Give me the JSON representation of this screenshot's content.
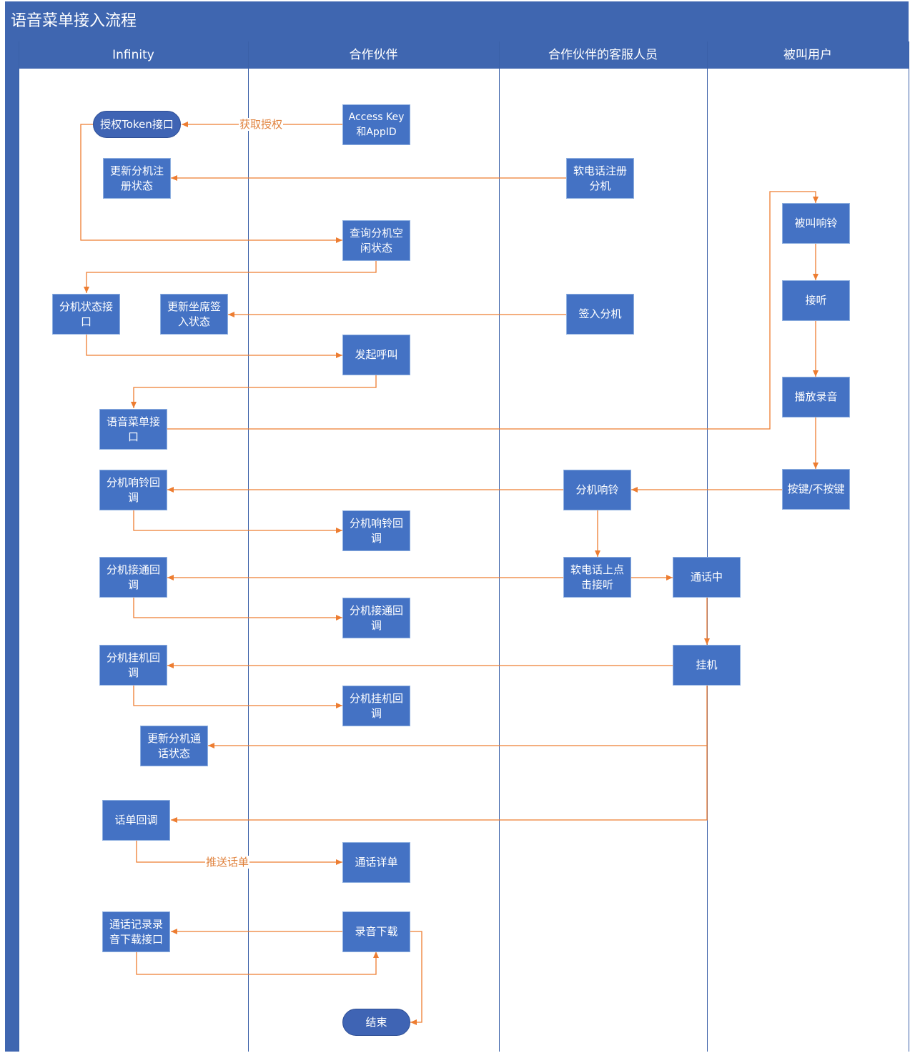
{
  "title": "语音菜单接入流程",
  "lanes": [
    {
      "id": "infinity",
      "label": "Infinity"
    },
    {
      "id": "partner",
      "label": "合作伙伴"
    },
    {
      "id": "service",
      "label": "合作伙伴的客服人员"
    },
    {
      "id": "callee",
      "label": "被叫用户"
    }
  ],
  "nodes": {
    "auth_token": {
      "label": "授权Token接口"
    },
    "access_key": {
      "label": "Access Key和AppID"
    },
    "update_reg": {
      "label": "更新分机注册状态"
    },
    "softphone_reg": {
      "label": "软电话注册分机"
    },
    "query_idle": {
      "label": "查询分机空闲状态"
    },
    "ext_status": {
      "label": "分机状态接口"
    },
    "update_signin": {
      "label": "更新坐席签入状态"
    },
    "sign_in": {
      "label": "签入分机"
    },
    "start_call": {
      "label": "发起呼叫"
    },
    "ivr_api": {
      "label": "语音菜单接口"
    },
    "callee_ring": {
      "label": "被叫响铃"
    },
    "answer": {
      "label": "接听"
    },
    "play_audio": {
      "label": "播放录音"
    },
    "keypress": {
      "label": "按键/不按键"
    },
    "ring_cb_inf": {
      "label": "分机响铃回调"
    },
    "ext_ring": {
      "label": "分机响铃"
    },
    "ring_cb_par": {
      "label": "分机响铃回调"
    },
    "conn_cb_inf": {
      "label": "分机接通回调"
    },
    "click_answer": {
      "label": "软电话上点击接听"
    },
    "in_call": {
      "label": "通话中"
    },
    "conn_cb_par": {
      "label": "分机接通回调"
    },
    "hang_cb_inf": {
      "label": "分机挂机回调"
    },
    "hangup": {
      "label": "挂机"
    },
    "hang_cb_par": {
      "label": "分机挂机回调"
    },
    "update_call": {
      "label": "更新分机通话状态"
    },
    "cdr_cb": {
      "label": "话单回调"
    },
    "call_detail": {
      "label": "通话详单"
    },
    "rec_api": {
      "label": "通话记录录音下载接口"
    },
    "rec_download": {
      "label": "录音下载"
    },
    "end": {
      "label": "结束"
    }
  },
  "edge_labels": {
    "get_auth": "获取授权",
    "push_cdr": "推送话单"
  },
  "colors": {
    "header": "#3f66b0",
    "node": "#4472c4",
    "edge": "#ed7d31"
  }
}
